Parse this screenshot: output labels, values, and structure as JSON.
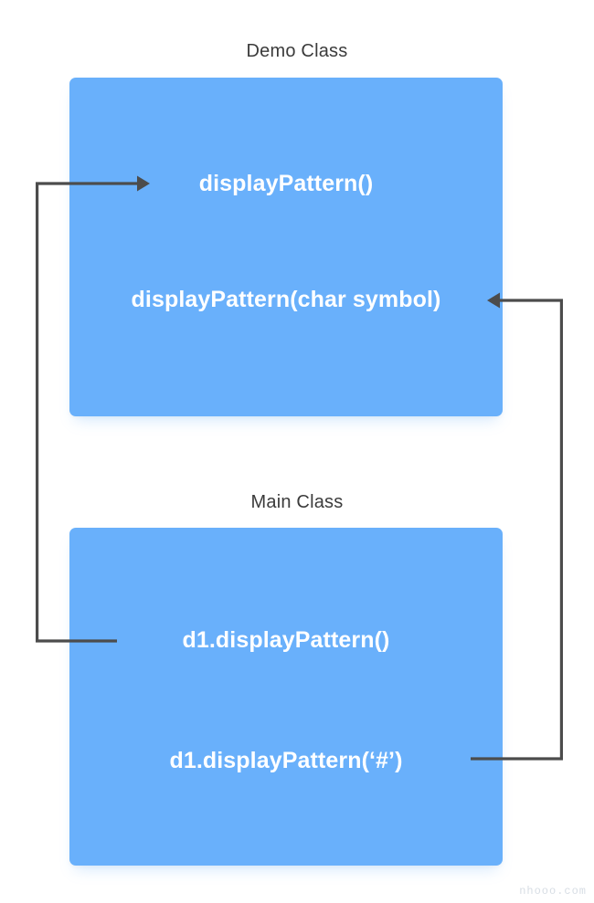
{
  "diagram": {
    "type": "method-overloading-call-flow",
    "background_color": "#ffffff",
    "box_color": "#69b0fb",
    "connector_color": "#4c4c4c",
    "title_color": "#3b3b3b",
    "method_text_color": "#ffffff"
  },
  "sections": [
    {
      "id": "demo",
      "title": "Demo Class",
      "methods": [
        {
          "id": "demo-1",
          "label": "displayPattern()"
        },
        {
          "id": "demo-2",
          "label": "displayPattern(char symbol)"
        }
      ]
    },
    {
      "id": "main",
      "title": "Main Class",
      "methods": [
        {
          "id": "main-1",
          "label": "d1.displayPattern()"
        },
        {
          "id": "main-2",
          "label": "d1.displayPattern(‘#’)"
        }
      ]
    }
  ],
  "connectors": [
    {
      "id": "call-no-arg",
      "from": "d1.displayPattern()",
      "to": "displayPattern()",
      "direction": "left-side-up",
      "arrow_at": "displayPattern()"
    },
    {
      "id": "call-char-arg",
      "from": "d1.displayPattern(‘#’)",
      "to": "displayPattern(char symbol)",
      "direction": "right-side-up",
      "arrow_at": "displayPattern(char symbol)"
    }
  ],
  "watermark": {
    "text": "nhooo.com"
  }
}
